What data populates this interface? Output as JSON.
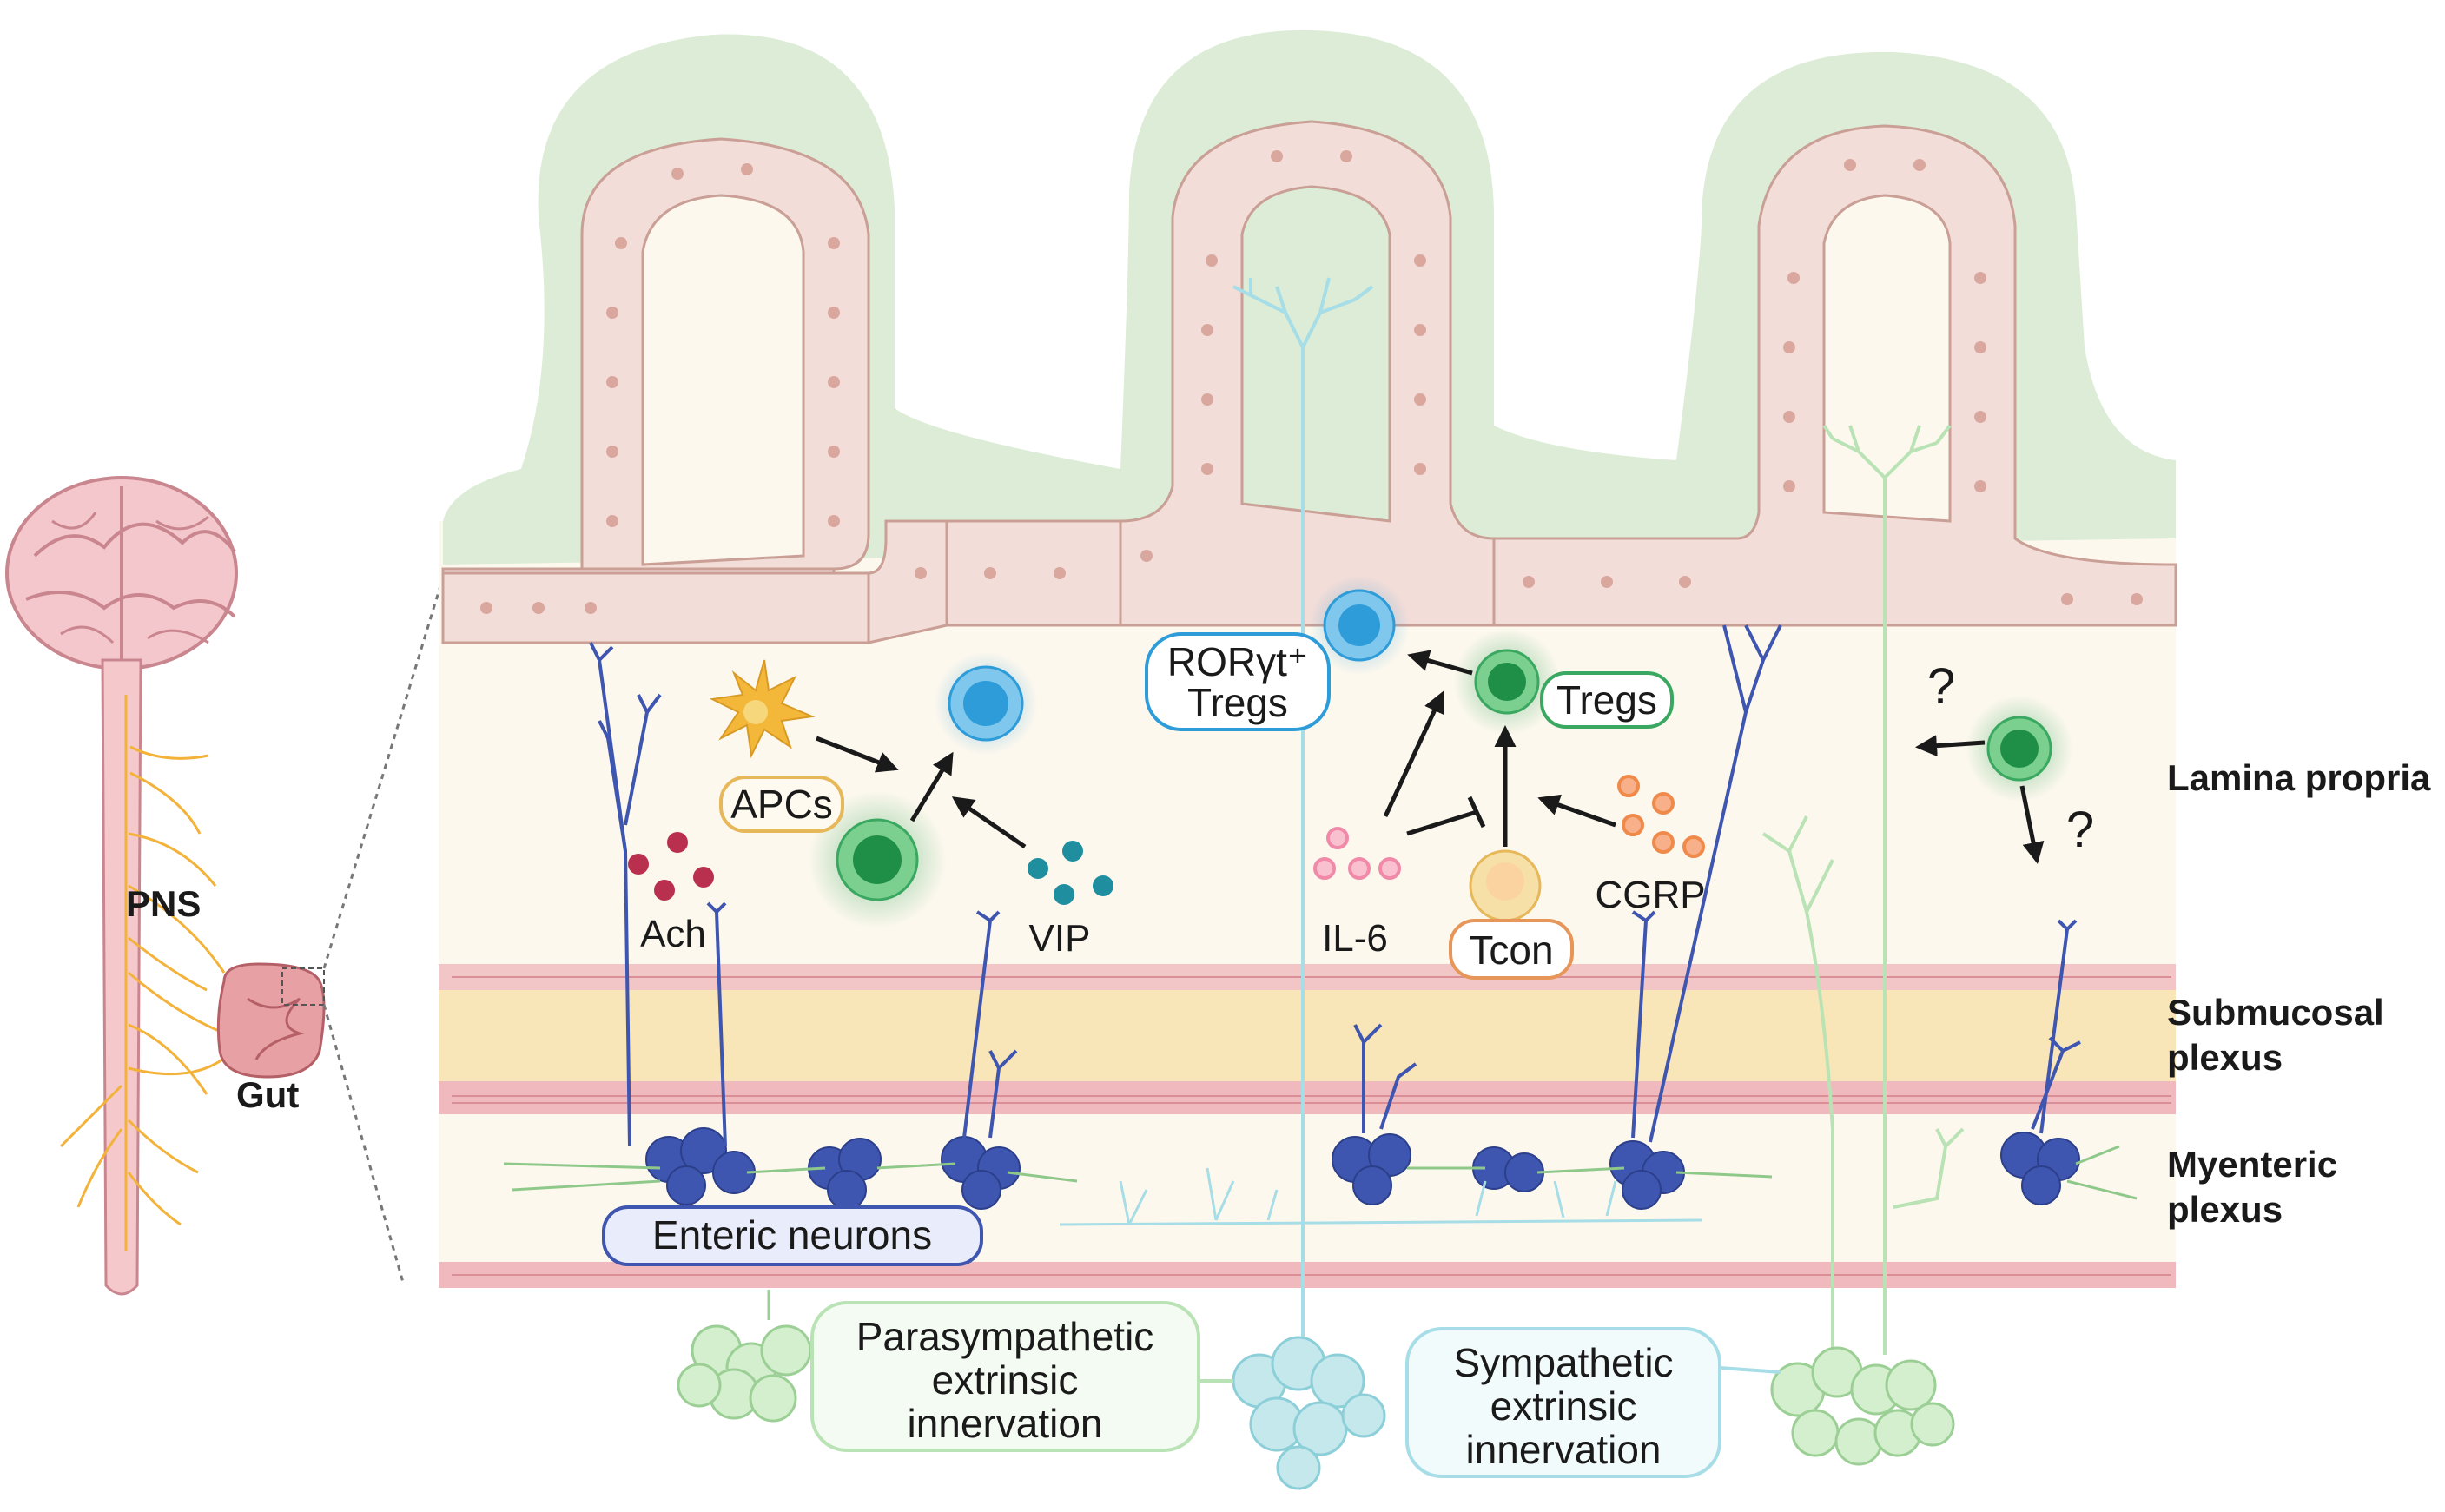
{
  "figure": {
    "body_map": {
      "pns_label": "PNS",
      "gut_label": "Gut"
    },
    "layers": {
      "lamina_propria": "Lamina propria",
      "submucosal": [
        "Submucosal",
        "plexus"
      ],
      "myenteric": [
        "Myenteric",
        "plexus"
      ]
    },
    "cells": {
      "apcs": "APCs",
      "roryt_tregs_line1": "RORγt⁺",
      "roryt_tregs_line2": "Tregs",
      "tregs": "Tregs",
      "tcon": "Tcon",
      "enteric_neurons": "Enteric neurons"
    },
    "mediators": {
      "ach": "Ach",
      "vip": "VIP",
      "il6": "IL-6",
      "cgrp": "CGRP"
    },
    "unknowns": [
      "?",
      "?"
    ],
    "innervation": {
      "parasympathetic": [
        "Parasympathetic",
        "extrinsic",
        "innervation"
      ],
      "sympathetic": [
        "Sympathetic",
        "extrinsic",
        "innervation"
      ]
    },
    "colors": {
      "mucus": "#dcecd6",
      "epithelium": "#f3ddd8",
      "epithelium_edge": "#c99f96",
      "lamina": "#fdf8ee",
      "muscle": "#f2c6c6",
      "submucosa": "#f9e6b8",
      "neuron_blue": "#3f56b0",
      "treg_green": "#3aa860",
      "rorgt_blue": "#2d9cd8",
      "ach_red": "#b8304d",
      "vip_teal": "#1f8f9f",
      "il6_pink": "#f08aa8",
      "cgrp_orange": "#f08a4a",
      "apc_yellow": "#f3b73a",
      "sympathetic_blue": "#a6dde6",
      "parasympathetic_green": "#b9e3b5"
    }
  }
}
